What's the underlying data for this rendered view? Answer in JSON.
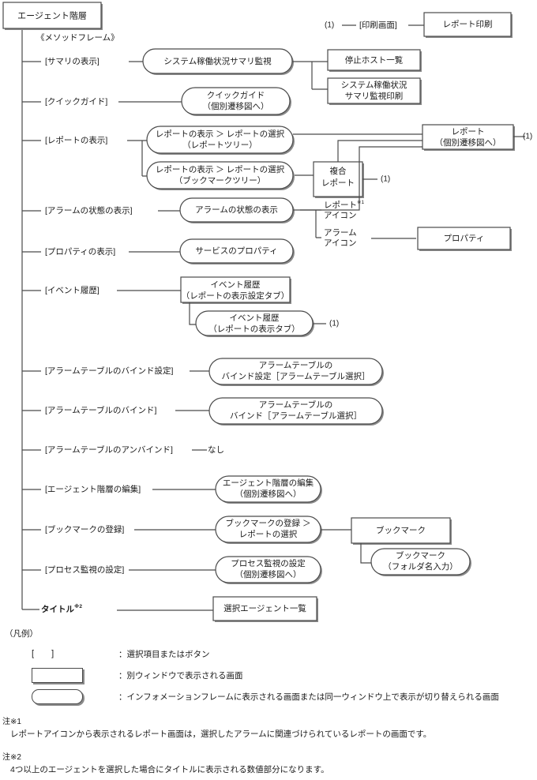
{
  "diagram": {
    "root": "エージェント階層",
    "frame_label": "《メソッドフレーム》",
    "title_node": "タイトル",
    "title_sup": "※2",
    "ref_print": "(1)",
    "ref_report": "(1)",
    "ref_compound": "(1)",
    "ref_event": "(1)",
    "menu_items": [
      "[サマリの表示]",
      "[クイックガイド]",
      "[レポートの表示]",
      "[アラームの状態の表示]",
      "[プロパティの表示]",
      "[イベント履歴]",
      "[アラームテーブルのバインド設定]",
      "[アラームテーブルのバインド]",
      "[アラームテーブルのアンバインド]",
      "[エージェント階層の編集]",
      "[ブックマークの登録]",
      "[プロセス監視の設定]"
    ],
    "nodes": {
      "print_screen": "[印刷画面]",
      "report_print": "レポート印刷",
      "summary_monitor": "システム稼働状況サマリ監視",
      "stopped_host_list": "停止ホスト一覧",
      "summary_print_1": "システム稼働状況",
      "summary_print_2": "サマリ監視印刷",
      "quick_guide_1": "クイックガイド",
      "quick_guide_2": "（個別遷移図へ）",
      "report_tree_1": "レポートの表示 ＞ レポートの選択",
      "report_tree_2": "（レポートツリー）",
      "bookmark_tree_1": "レポートの表示 ＞ レポートの選択",
      "bookmark_tree_2": "（ブックマークツリー）",
      "report_1": "レポート",
      "report_2": "（個別遷移図へ）",
      "compound_1": "複合",
      "compound_2": "レポート",
      "alarm_state": "アラームの状態の表示",
      "report_icon_1": "レポート",
      "report_icon_sup": "※1",
      "report_icon_2": "アイコン",
      "alarm_icon_1": "アラーム",
      "alarm_icon_2": "アイコン",
      "property": "プロパティ",
      "service_property": "サービスのプロパティ",
      "event_hist_1": "イベント履歴",
      "event_hist_2": "（レポートの表示設定タブ）",
      "event_hist_tab_1": "イベント履歴",
      "event_hist_tab_2": "（レポートの表示タブ）",
      "bind_setting_1": "アラームテーブルの",
      "bind_setting_2": "バインド設定［アラームテーブル選択］",
      "bind_1": "アラームテーブルの",
      "bind_2": "バインド［アラームテーブル選択］",
      "unbind_none": "なし",
      "edit_hierarchy_1": "エージェント階層の編集",
      "edit_hierarchy_2": "（個別遷移図へ）",
      "bookmark_reg_1": "ブックマークの登録 ＞",
      "bookmark_reg_2": "レポートの選択",
      "bookmark": "ブックマーク",
      "bookmark_folder_1": "ブックマーク",
      "bookmark_folder_2": "（フォルダ名入力）",
      "process_monitor_1": "プロセス監視の設定",
      "process_monitor_2": "（個別遷移図へ）",
      "selected_agent_list": "選択エージェント一覧"
    }
  },
  "legend": {
    "heading": "（凡例）",
    "bracket_open": "[",
    "bracket_close": "]",
    "rows": [
      "：選択項目またはボタン",
      "：別ウィンドウで表示される画面",
      "：インフォメーションフレームに表示される画面または同一ウィンドウ上で表示が切り替えられる画面"
    ]
  },
  "notes": [
    {
      "head": "注※1",
      "body": "レポートアイコンから表示されるレポート画面は，選択したアラームに関連づけられているレポートの画面です。"
    },
    {
      "head": "注※2",
      "body": "4つ以上のエージェントを選択した場合にタイトルに表示される数値部分になります。"
    }
  ],
  "colors": {
    "line": "#4a4a4a",
    "shadow": "#8a8a8a",
    "text": "#1a1a1a",
    "background": "#ffffff"
  }
}
